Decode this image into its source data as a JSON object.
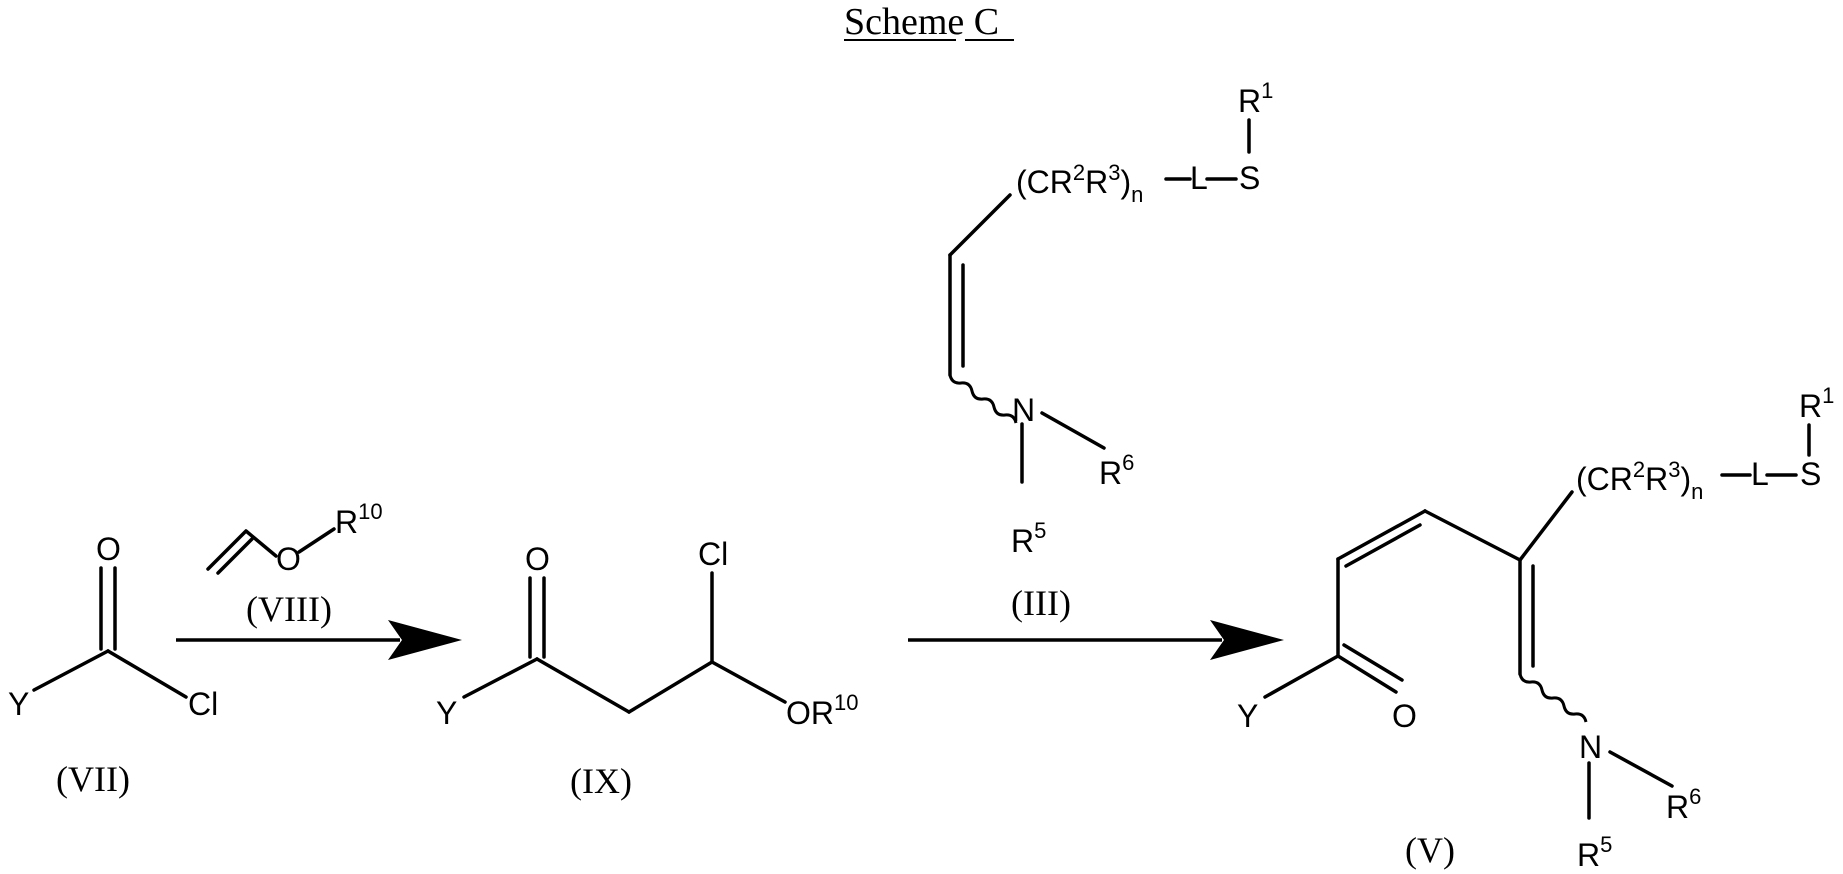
{
  "scheme_title": {
    "word": "Scheme",
    "letter": "C"
  },
  "compounds": {
    "VII": {
      "id": "(VII)",
      "atoms": {
        "O": "O",
        "Y": "Y",
        "Cl": "Cl"
      }
    },
    "VIII": {
      "id": "(VIII)",
      "atoms": {
        "O": "O",
        "R": "R",
        "R_sup": "10"
      }
    },
    "IX": {
      "id": "(IX)",
      "atoms": {
        "O": "O",
        "Y": "Y",
        "Cl": "Cl",
        "OR": "OR",
        "OR_sup": "10"
      }
    },
    "III": {
      "id": "(III)",
      "atoms": {
        "R1": "R",
        "R1_sup": "1",
        "S": "S",
        "L": "L",
        "CR_open": "(CR",
        "R2_sup": "2",
        "R3": "R",
        "R3_sup": "3",
        "CR_close": ")",
        "n_sub": "n",
        "N": "N",
        "R6": "R",
        "R6_sup": "6",
        "R5": "R",
        "R5_sup": "5"
      }
    },
    "V": {
      "id": "(V)",
      "atoms": {
        "R1": "R",
        "R1_sup": "1",
        "S": "S",
        "L": "L",
        "CR_open": "(CR",
        "R2_sup": "2",
        "R3": "R",
        "R3_sup": "3",
        "CR_close": ")",
        "n_sub": "n",
        "Y": "Y",
        "O": "O",
        "N": "N",
        "R6": "R",
        "R6_sup": "6",
        "R5": "R",
        "R5_sup": "5"
      }
    }
  }
}
